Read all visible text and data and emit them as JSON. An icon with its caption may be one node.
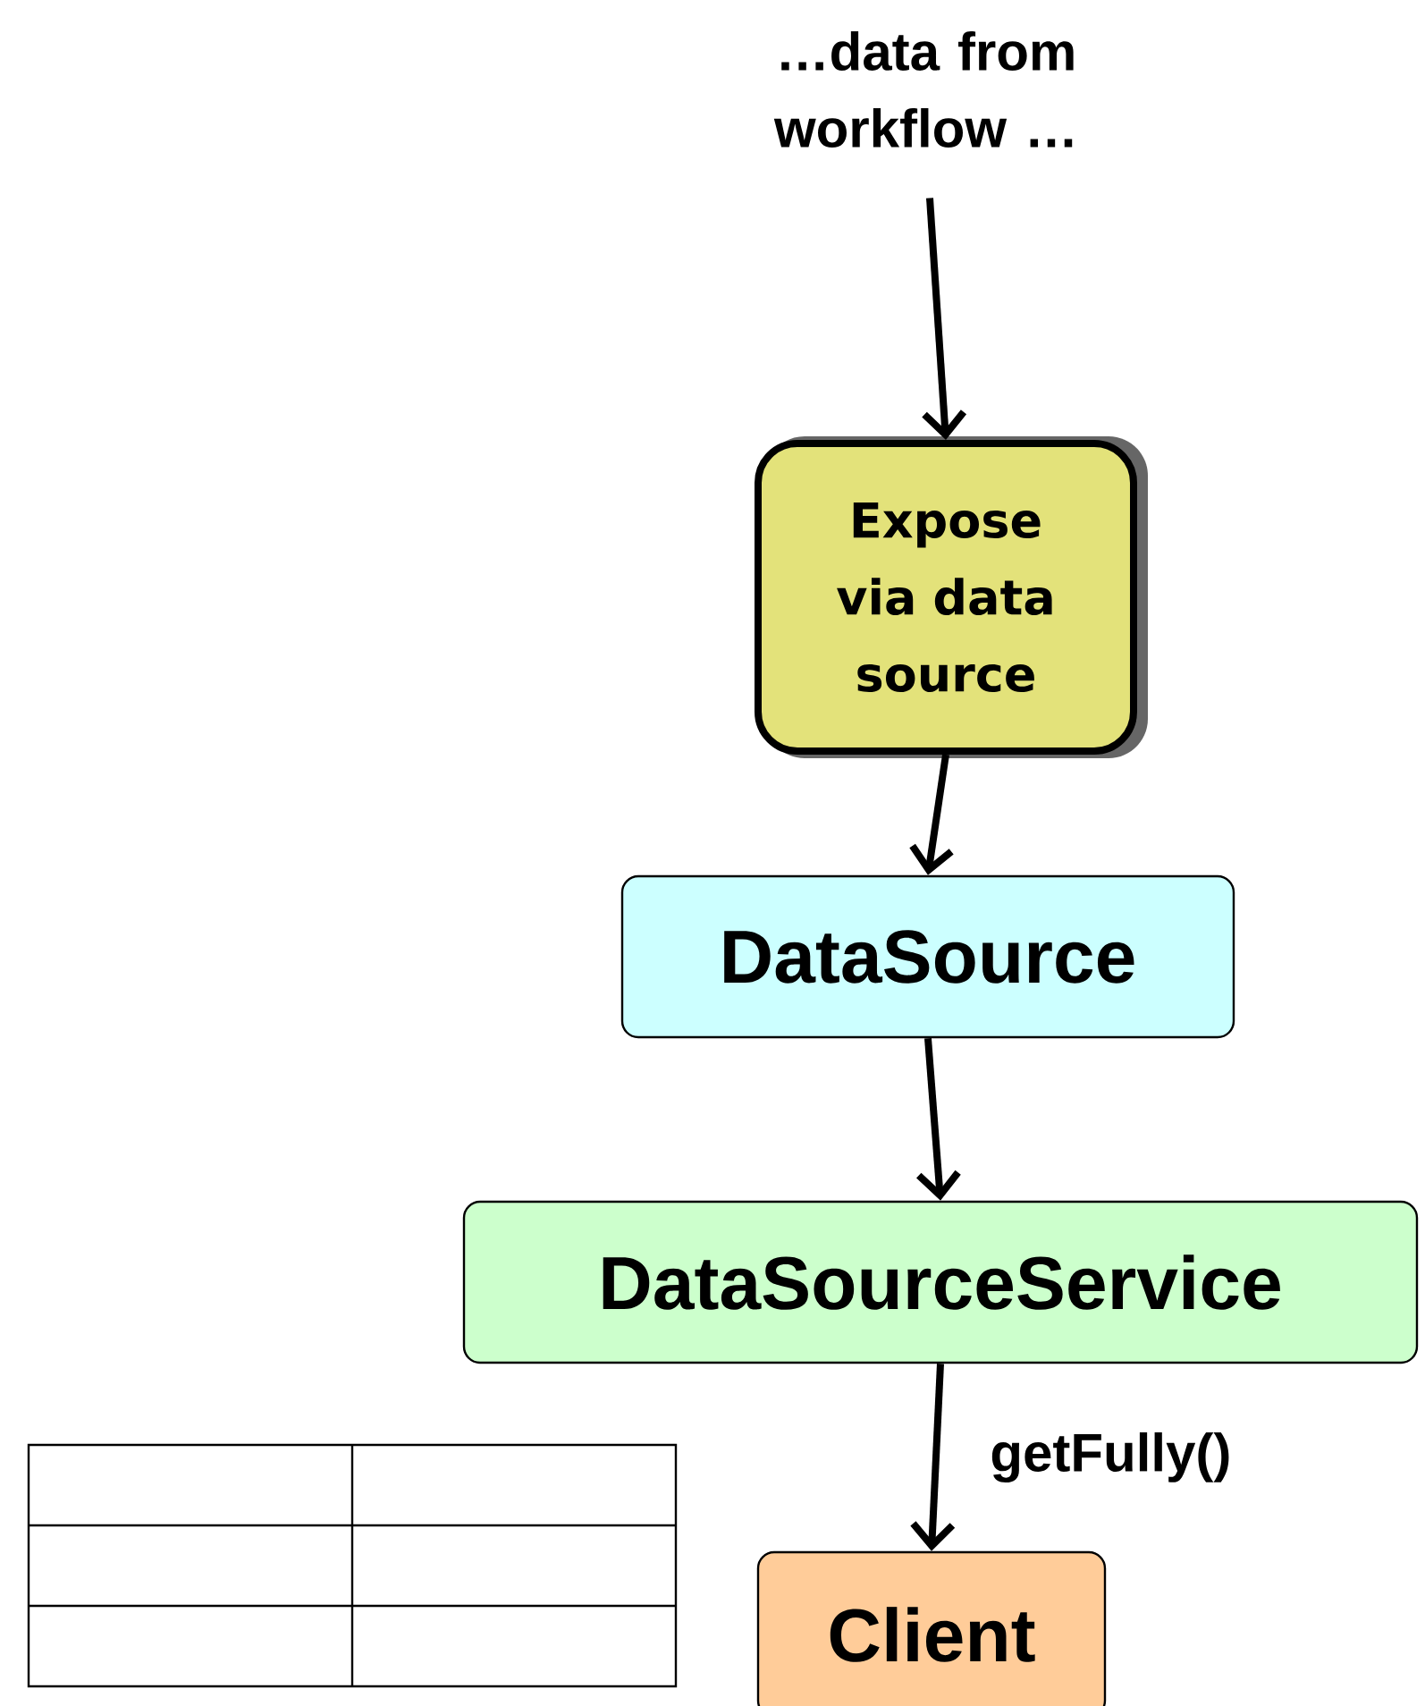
{
  "diagram": {
    "nodes": [
      {
        "text": [
          "…data from workflow …"
        ]
      },
      {
        "text": [
          "Expose via data source"
        ]
      },
      {
        "text": [
          "DataSource"
        ]
      },
      {
        "text": [
          "DataSourceService"
        ]
      },
      {
        "text": [
          "Client"
        ]
      }
    ],
    "edges": [
      {
        "from": 0,
        "to": 1,
        "arrow": "to"
      },
      {
        "from": 1,
        "to": 2,
        "arrow": "to"
      },
      {
        "from": 2,
        "to": 3,
        "arrow": "to"
      },
      {
        "from": 3,
        "to": 4,
        "arrow": "to",
        "label": "getFully()"
      }
    ]
  }
}
